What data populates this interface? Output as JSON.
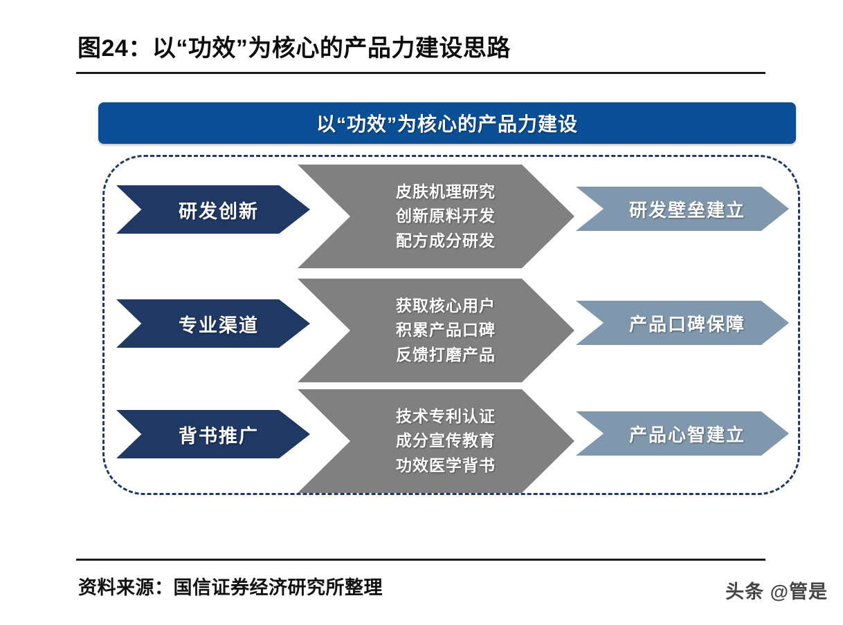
{
  "figure": {
    "title": "图24：以“功效”为核心的产品力建设思路",
    "banner_title": "以“功效”为核心的产品力建设",
    "source_label": "资料来源：国信证券经济研究所整理",
    "watermark": "头条 @管是"
  },
  "colors": {
    "banner_blue": "#0b4f97",
    "navy": "#1f3864",
    "gray": "#808080",
    "light_blue_gray": "#8098ad",
    "dashed_border": "#1f3864",
    "text_white": "#ffffff",
    "rule": "#1a1a1a"
  },
  "rows": [
    {
      "left_label": "研发创新",
      "middle_lines": [
        "皮肤机理研究",
        "创新原料开发",
        "配方成分研发"
      ],
      "right_label": "研发壁垒建立"
    },
    {
      "left_label": "专业渠道",
      "middle_lines": [
        "获取核心用户",
        "积累产品口碑",
        "反馈打磨产品"
      ],
      "right_label": "产品口碑保障"
    },
    {
      "left_label": "背书推广",
      "middle_lines": [
        "技术专利认证",
        "成分宣传教育",
        "功效医学背书"
      ],
      "right_label": "产品心智建立"
    }
  ]
}
